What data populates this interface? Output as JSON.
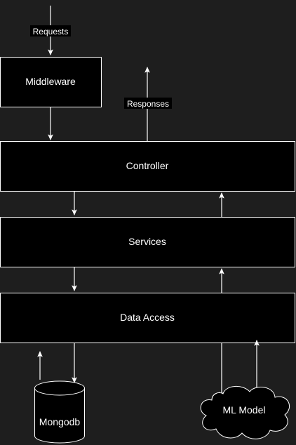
{
  "diagram": {
    "nodes": {
      "middleware": "Middleware",
      "controller": "Controller",
      "services": "Services",
      "data_access": "Data Access",
      "mongodb": "Mongodb",
      "ml_model": "ML Model"
    },
    "edge_labels": {
      "requests": "Requests",
      "responses": "Responses"
    }
  },
  "colors": {
    "background": "#1e1e1e",
    "node_fill": "#000000",
    "stroke": "#ffffff",
    "text": "#ffffff"
  }
}
